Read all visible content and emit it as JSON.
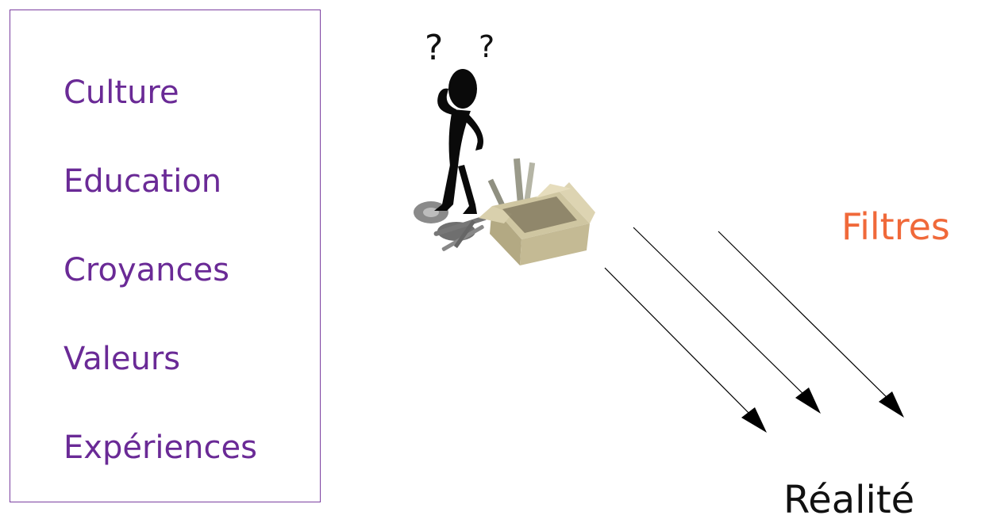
{
  "filters_list": {
    "items": [
      "Culture",
      "Education",
      "Croyances",
      "Valeurs",
      "Expériences"
    ]
  },
  "labels": {
    "filtres": "Filtres",
    "realite": "Réalité"
  },
  "figure": {
    "question_mark_left": "?",
    "question_mark_right": "?",
    "icon": "confused-person-with-box-icon"
  },
  "colors": {
    "list_text": "#6a2a96",
    "box_border": "#7b3fa0",
    "filtres_text": "#f0693a",
    "realite_text": "#111111",
    "arrow": "#000000"
  },
  "arrows": {
    "count": 3,
    "direction": "down-right"
  }
}
